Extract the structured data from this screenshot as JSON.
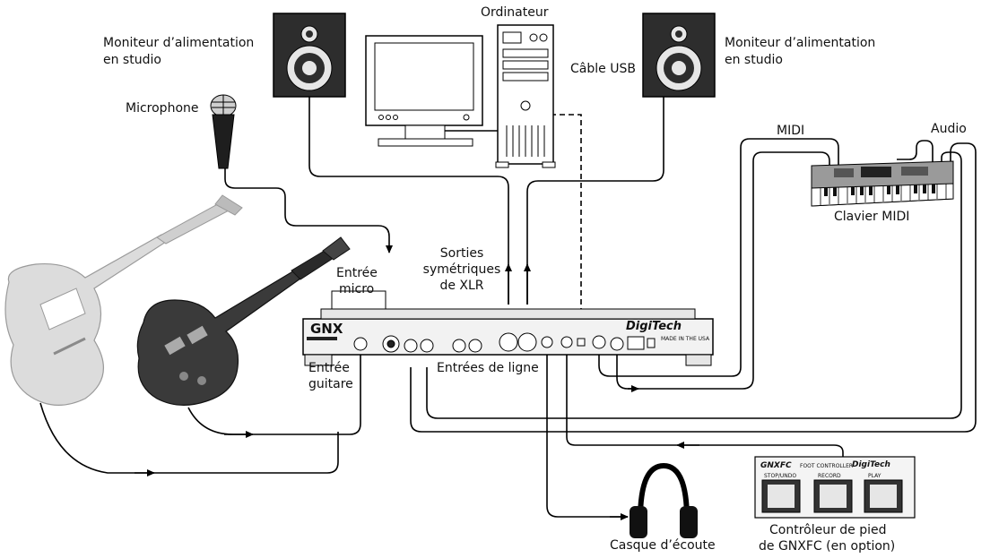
{
  "labels": {
    "ordinateur": "Ordinateur",
    "moniteur_left_1": "Moniteur d’alimentation",
    "moniteur_left_2": "en studio",
    "moniteur_right_1": "Moniteur d’alimentation",
    "moniteur_right_2": "en studio",
    "cable_usb": "Câble USB",
    "microphone": "Microphone",
    "midi": "MIDI",
    "audio": "Audio",
    "clavier_midi": "Clavier MIDI",
    "sorties_1": "Sorties",
    "sorties_2": "symétriques",
    "sorties_3": "de XLR",
    "entree_micro_1": "Entrée",
    "entree_micro_2": "micro",
    "entree_guitare_1": "Entrée",
    "entree_guitare_2": "guitare",
    "entrees_ligne": "Entrées de ligne",
    "casque": "Casque d’écoute",
    "controleur_1": "Contrôleur de pied",
    "controleur_2": "de GNXFC (en option)"
  },
  "device": {
    "model": "GNX",
    "brand": "DigiTech",
    "made_in": "MADE IN THE USA"
  },
  "foot_controller": {
    "model": "GNXFC",
    "subtitle": "FOOT CONTROLLER",
    "brand": "DigiTech",
    "buttons": [
      "STOP/UNDO",
      "RECORD",
      "PLAY"
    ]
  },
  "colors": {
    "ink": "#000000",
    "dark_fill": "#3a3a3a",
    "light_fill": "#e6e6e6"
  }
}
